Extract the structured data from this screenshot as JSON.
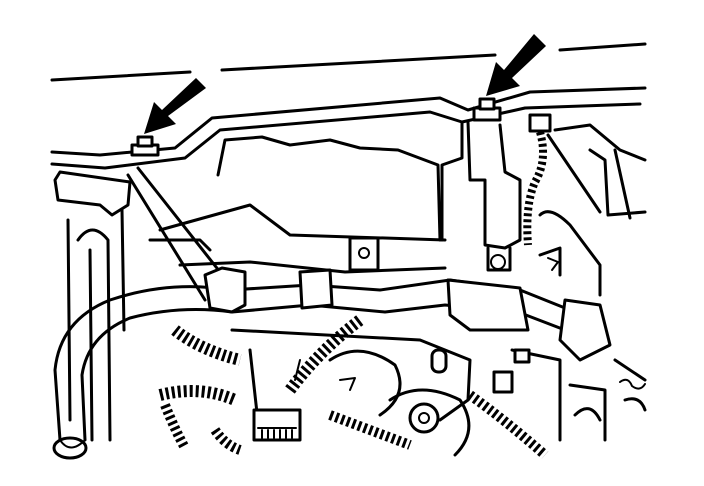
{
  "figure": {
    "kind": "technical line illustration",
    "background_color": "#ffffff",
    "line_color": "#000000",
    "callouts": [
      {
        "id": "left-arrow",
        "points_to": "left-fastener"
      },
      {
        "id": "right-arrow",
        "points_to": "right-fastener"
      }
    ]
  }
}
